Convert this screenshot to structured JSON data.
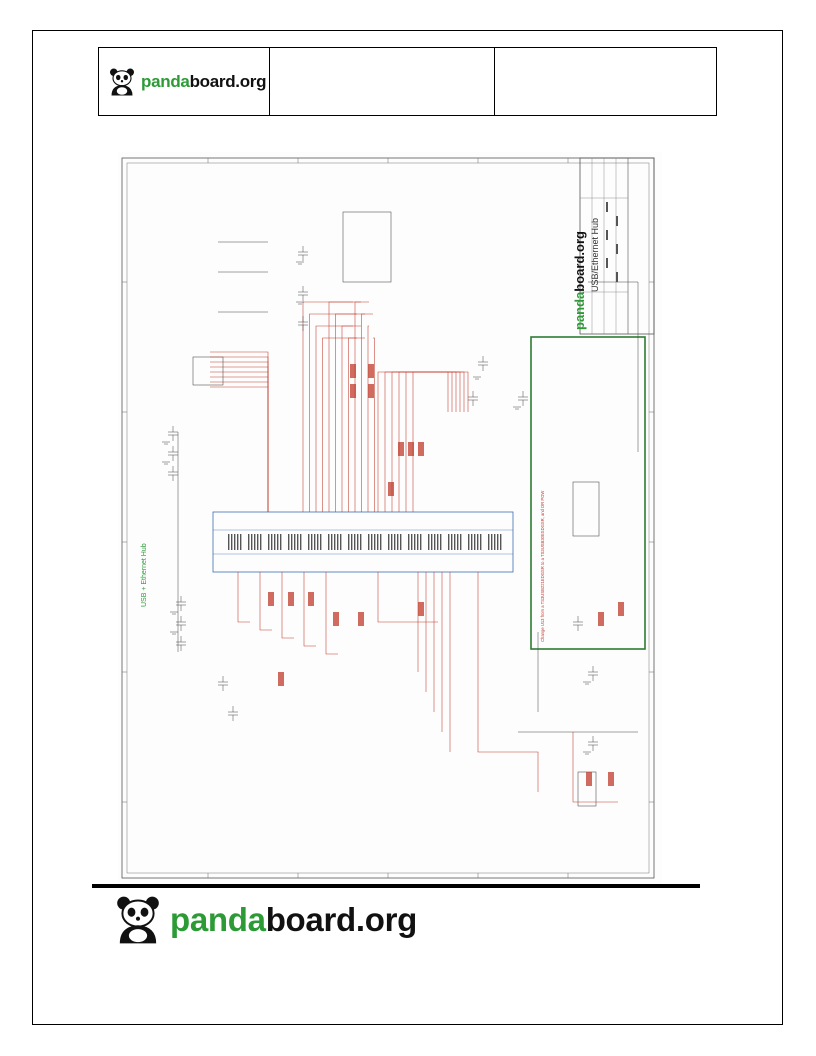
{
  "header": {
    "logo": {
      "green": "panda",
      "black": "board.org"
    },
    "middle_text": "",
    "right_text": ""
  },
  "schematic": {
    "title": "USB/Ethernet Hub",
    "left_label": "USB + Ethernet Hub",
    "title_block_logo": {
      "green": "panda",
      "black": "board.org"
    },
    "note": "Change U13 from a TS3USB221EDGSR to a TS3USB30ESDGSR, and DR POW",
    "colors": {
      "wire": "#c0392b",
      "note_border": "#2e7d32",
      "body": "#555555"
    }
  },
  "footer": {
    "logo": {
      "green": "panda",
      "black": "board.org"
    }
  },
  "icons": [
    "panda-icon"
  ]
}
